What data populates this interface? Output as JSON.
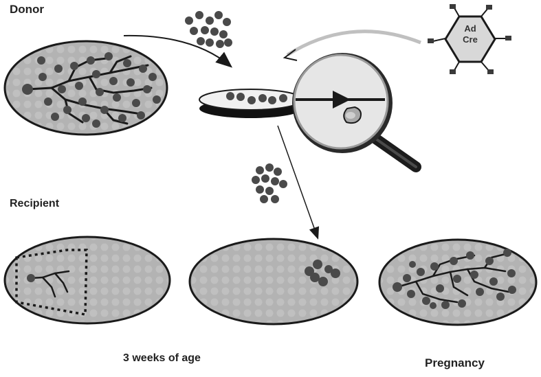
{
  "labels": {
    "donor": "Donor",
    "recipient": "Recipient",
    "age": "3 weeks of age",
    "pregnancy": "Pregnancy"
  },
  "vector": {
    "line1": "Ad",
    "line2": "Cre"
  },
  "colors": {
    "outline": "#1a1a1a",
    "gland_fill": "#b9b9b9",
    "cell": "#4a4a4a",
    "hexagon": "#d8d8d8",
    "lens": "#e3e3e3",
    "handle": "#1c1c1c",
    "dish": "#efefef"
  }
}
